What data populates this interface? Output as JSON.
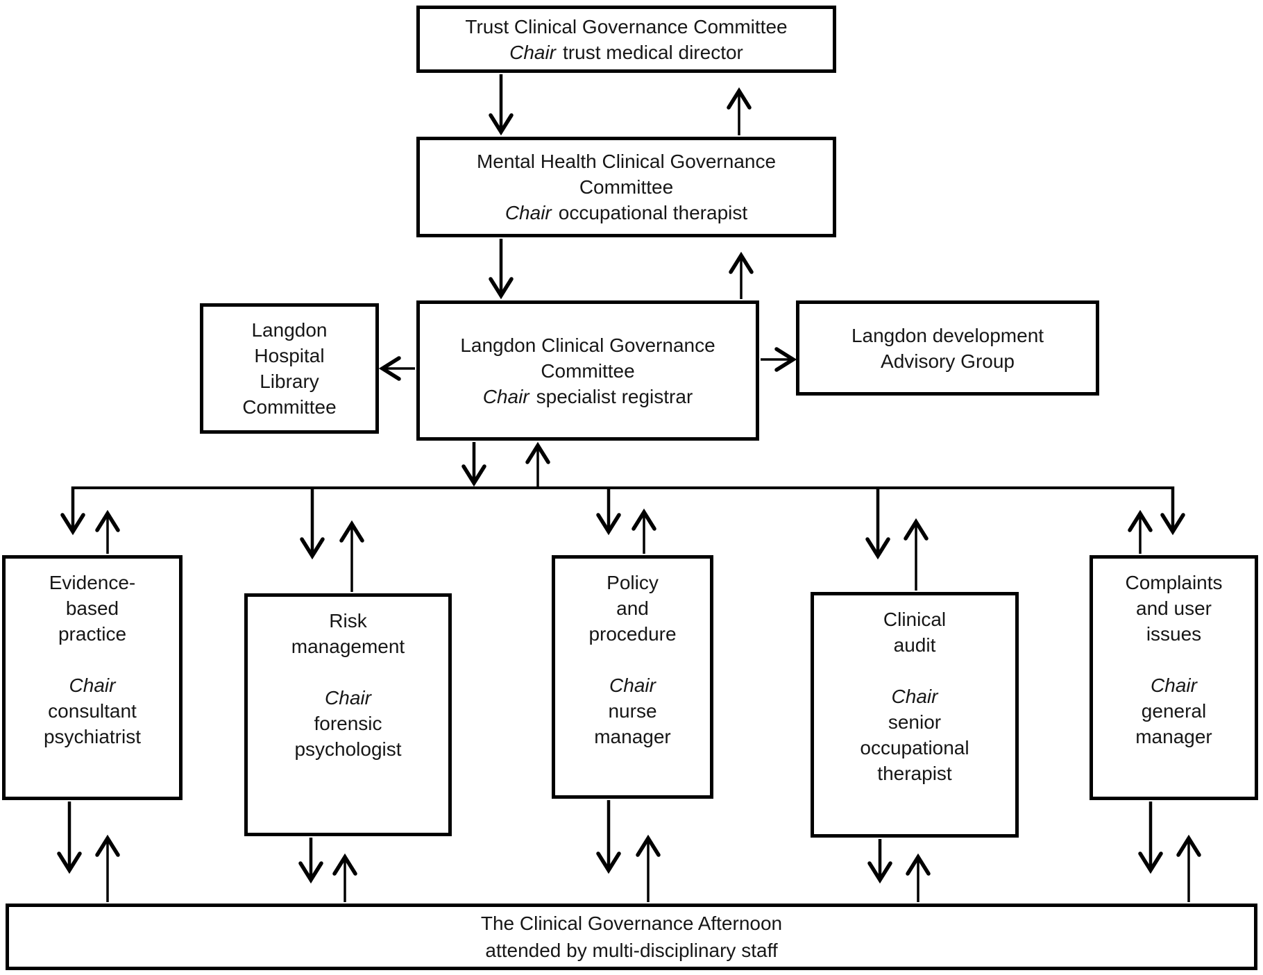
{
  "diagram": {
    "chair_label": "Chair",
    "colors": {
      "line": "#000000",
      "text": "#161616",
      "background": "#ffffff"
    },
    "committees": {
      "trust": {
        "title_lines": [
          "Trust Clinical Governance Committee"
        ],
        "chair_role": "trust medical director"
      },
      "mental_health": {
        "title_lines": [
          "Mental Health Clinical Governance",
          "Committee"
        ],
        "chair_role": "occupational therapist"
      },
      "library": {
        "title_lines": [
          "Langdon",
          "Hospital",
          "Library",
          "Committee"
        ]
      },
      "langdon": {
        "title_lines": [
          "Langdon Clinical Governance",
          "Committee"
        ],
        "chair_role": "specialist registrar"
      },
      "advisory": {
        "title_lines": [
          "Langdon development",
          "Advisory Group"
        ]
      }
    },
    "subgroups": [
      {
        "id": "evidence-based-practice",
        "title_lines": [
          "Evidence-",
          "based",
          "practice"
        ],
        "chair_role_lines": [
          "consultant",
          "psychiatrist"
        ]
      },
      {
        "id": "risk-management",
        "title_lines": [
          "Risk",
          "management"
        ],
        "chair_role_lines": [
          "forensic",
          "psychologist"
        ]
      },
      {
        "id": "policy-and-procedure",
        "title_lines": [
          "Policy",
          "and",
          "procedure"
        ],
        "chair_role_lines": [
          "nurse",
          "manager"
        ]
      },
      {
        "id": "clinical-audit",
        "title_lines": [
          "Clinical",
          "audit"
        ],
        "chair_role_lines": [
          "senior",
          "occupational",
          "therapist"
        ]
      },
      {
        "id": "complaints-and-user-issues",
        "title_lines": [
          "Complaints",
          "and user",
          "issues"
        ],
        "chair_role_lines": [
          "general",
          "manager"
        ]
      }
    ],
    "footer": {
      "lines": [
        "The Clinical Governance Afternoon",
        "attended by multi-disciplinary staff"
      ]
    }
  }
}
